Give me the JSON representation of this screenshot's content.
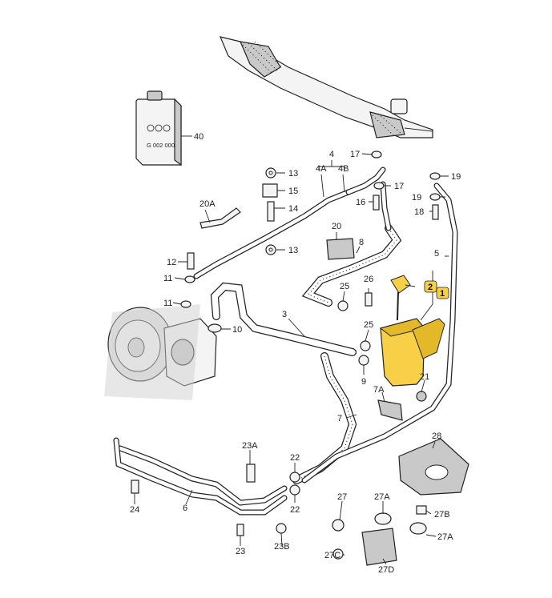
{
  "can": {
    "text": "G 002 000"
  },
  "labels": {
    "l1": "1",
    "l2": "2",
    "l3": "3",
    "l4": "4",
    "l4a": "4A",
    "l4b": "4B",
    "l5": "5",
    "l6": "6",
    "l7": "7",
    "l7a": "7A",
    "l8": "8",
    "l9": "9",
    "l10": "10",
    "l11a": "11",
    "l11b": "11",
    "l12": "12",
    "l13a": "13",
    "l13b": "13",
    "l14": "14",
    "l15": "15",
    "l16": "16",
    "l17a": "17",
    "l17b": "17",
    "l18": "18",
    "l19a": "19",
    "l19b": "19",
    "l20": "20",
    "l20a": "20A",
    "l21": "21",
    "l22a": "22",
    "l22b": "22",
    "l23": "23",
    "l23a": "23A",
    "l23b": "23B",
    "l24": "24",
    "l25a": "25",
    "l25b": "25",
    "l26": "26",
    "l27": "27",
    "l27a1": "27A",
    "l27a2": "27A",
    "l27b": "27B",
    "l27c": "27C",
    "l27d": "27D",
    "l28": "28",
    "l40": "40"
  },
  "colors": {
    "highlight": "#f7d047",
    "highlight_dark": "#e3b92a"
  }
}
